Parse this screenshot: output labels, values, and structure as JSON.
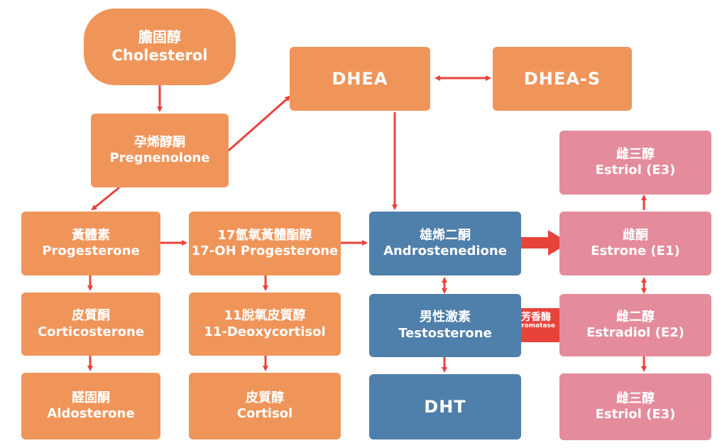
{
  "colors": {
    "steroid": "#f0955a",
    "androgen": "#4f7fab",
    "estrogen": "#e48c9c",
    "arrow": "#e8433b"
  },
  "nodes": {
    "cholesterol": {
      "zh": "膽固醇",
      "en": "Cholesterol"
    },
    "pregnenolone": {
      "zh": "孕烯醇酮",
      "en": "Pregnenolone"
    },
    "dhea": {
      "en": "DHEA"
    },
    "dhea_s": {
      "en": "DHEA-S"
    },
    "progesterone": {
      "zh": "黃體素",
      "en": "Progesterone"
    },
    "oh_progesterone": {
      "zh": "17氫氧黃體酯醇",
      "en": "17-OH Progesterone"
    },
    "androstenedione": {
      "zh": "雄烯二酮",
      "en": "Androstenedione"
    },
    "estrone": {
      "zh": "雌酮",
      "en": "Estrone (E1)"
    },
    "estriol_top": {
      "zh": "雌三醇",
      "en": "Estriol (E3)"
    },
    "corticosterone": {
      "zh": "皮質酮",
      "en": "Corticosterone"
    },
    "deoxycortisol": {
      "zh": "11脫氧皮質醇",
      "en": "11-Deoxycortisol"
    },
    "testosterone": {
      "zh": "男性激素",
      "en": "Testosterone"
    },
    "estradiol": {
      "zh": "雌二醇",
      "en": "Estradiol (E2)"
    },
    "aldosterone": {
      "zh": "醛固酮",
      "en": "Aldosterone"
    },
    "cortisol": {
      "zh": "皮質醇",
      "en": "Cortisol"
    },
    "dht": {
      "en": "DHT"
    },
    "estriol_bottom": {
      "zh": "雌三醇",
      "en": "Estriol (E3)"
    }
  },
  "aromatase": {
    "zh": "芳香酶",
    "en": "aromatase"
  }
}
